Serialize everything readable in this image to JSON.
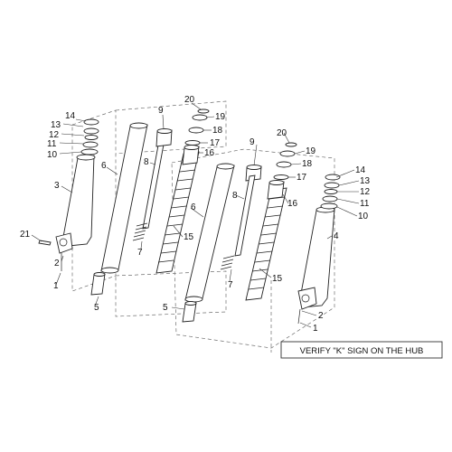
{
  "note": "VERIFY \"K\" SIGN ON THE HUB",
  "callouts": {
    "left": [
      "14",
      "13",
      "12",
      "11",
      "10",
      "3",
      "21",
      "2",
      "1",
      "6",
      "5",
      "9",
      "8",
      "7",
      "20",
      "19",
      "18",
      "17",
      "16",
      "15"
    ],
    "right": [
      "20",
      "19",
      "18",
      "17",
      "16",
      "9",
      "8",
      "7",
      "6",
      "5",
      "15",
      "14",
      "13",
      "12",
      "11",
      "10",
      "4",
      "2",
      "1"
    ]
  }
}
